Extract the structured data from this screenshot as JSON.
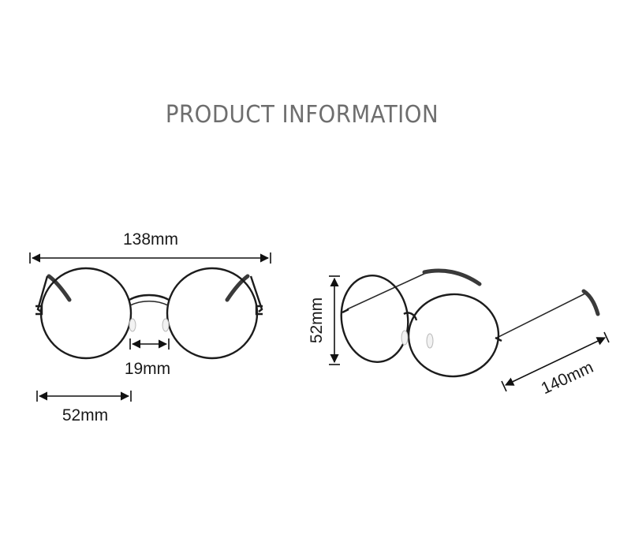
{
  "title": "PRODUCT INFORMATION",
  "front_view": {
    "total_width": "138mm",
    "bridge_width": "19mm",
    "lens_width": "52mm"
  },
  "side_view": {
    "lens_height": "52mm",
    "temple_length": "140mm"
  },
  "colors": {
    "title": "#6e6e6e",
    "frame": "#1c1c1c",
    "background": "#ffffff"
  }
}
